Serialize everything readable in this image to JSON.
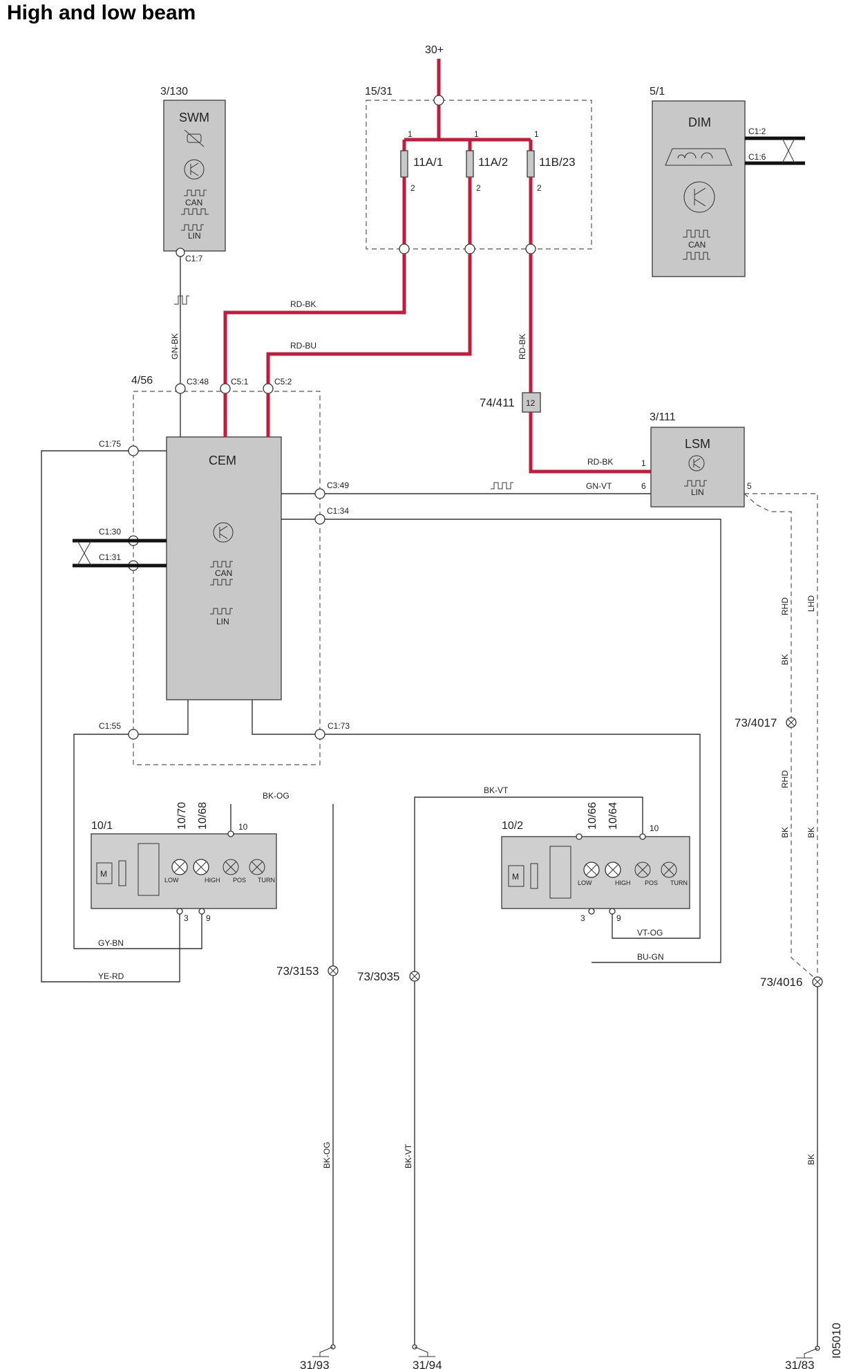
{
  "title": "High and low beam",
  "figure_id": "I05010",
  "supply": "30+",
  "components": {
    "swm": {
      "ref": "3/130",
      "name": "SWM",
      "pin": "C1:7",
      "can": "CAN",
      "lin": "LIN"
    },
    "fusebox": {
      "ref": "15/31",
      "fuses": [
        "11A/1",
        "11A/2",
        "11B/23"
      ],
      "pin_in": "1",
      "pin_out": "2"
    },
    "dim": {
      "ref": "5/1",
      "name": "DIM",
      "pins": [
        "C1:2",
        "C1:6"
      ],
      "can": "CAN"
    },
    "cem": {
      "ref": "4/56",
      "name": "CEM",
      "can": "CAN",
      "lin": "LIN",
      "pins": {
        "c348": "C3:48",
        "c51": "C5:1",
        "c52": "C5:2",
        "c175": "C1:75",
        "c130": "C1:30",
        "c131": "C1:31",
        "c349": "C3:49",
        "c134": "C1:34",
        "c155": "C1:55",
        "c173": "C1:73"
      }
    },
    "connector": {
      "ref": "74/411",
      "pin": "12"
    },
    "lsm": {
      "ref": "3/111",
      "name": "LSM",
      "lin": "LIN",
      "pins": [
        "1",
        "6",
        "5"
      ]
    },
    "headlamp_left": {
      "ref": "10/1",
      "bulbs_refs": [
        "10/70",
        "10/68"
      ],
      "labels": [
        "LOW",
        "HIGH",
        "POS",
        "TURN"
      ],
      "pins": [
        "3",
        "9",
        "10"
      ],
      "motor": "M"
    },
    "headlamp_right": {
      "ref": "10/2",
      "bulbs_refs": [
        "10/66",
        "10/64"
      ],
      "labels": [
        "LOW",
        "HIGH",
        "POS",
        "TURN"
      ],
      "pins": [
        "3",
        "9",
        "10"
      ],
      "motor": "M"
    }
  },
  "wires": {
    "rd_bk": "RD-BK",
    "rd_bu": "RD-BU",
    "gn_bk": "GN-BK",
    "gn_vt": "GN-VT",
    "bk_og": "BK-OG",
    "bk_vt": "BK-VT",
    "gy_bn": "GY-BN",
    "ye_rd": "YE-RD",
    "vt_og": "VT-OG",
    "bu_gn": "BU-GN",
    "bk": "BK",
    "rhd": "RHD",
    "lhd": "LHD"
  },
  "splices": [
    "73/4017",
    "73/3153",
    "73/3035",
    "73/4016"
  ],
  "grounds": [
    "31/93",
    "31/94",
    "31/83"
  ]
}
